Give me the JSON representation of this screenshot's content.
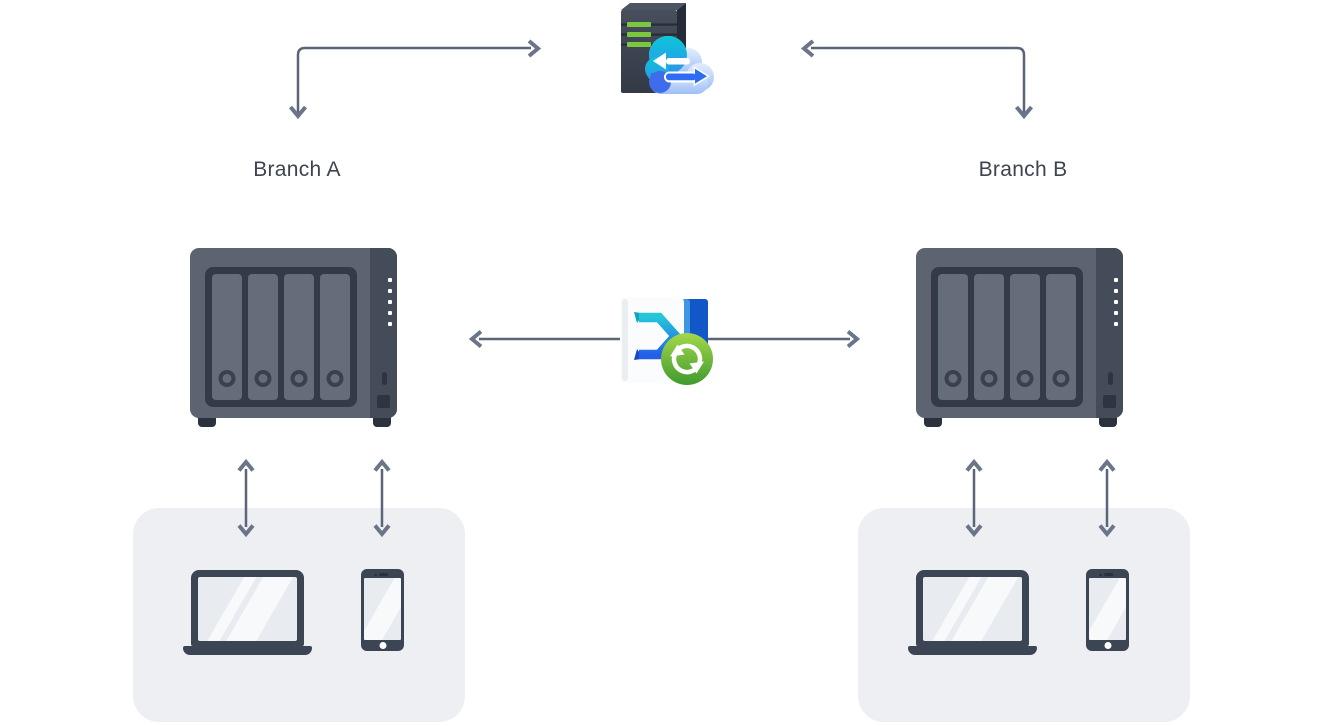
{
  "diagram": {
    "hub": {
      "icon": "cloud-sync-server-icon"
    },
    "sync": {
      "icon": "drive-sync-icon"
    },
    "branches": [
      {
        "label": "Branch A",
        "nas": "nas-4bay-icon",
        "devices": [
          {
            "icon": "laptop-icon"
          },
          {
            "icon": "smartphone-icon"
          }
        ]
      },
      {
        "label": "Branch B",
        "nas": "nas-4bay-icon",
        "devices": [
          {
            "icon": "laptop-icon"
          },
          {
            "icon": "smartphone-icon"
          }
        ]
      }
    ]
  },
  "icons": {
    "cloud-sync-server-icon": "dark server tower with green status lights and a blue cloud holding exchange arrows",
    "drive-sync-icon": "white document with teal-blue drive ribbon logo, blue sheets behind, green circular sync badge",
    "nas-4bay-icon": "4-bay NAS enclosure with status LEDs, USB port and power button",
    "laptop-icon": "laptop with glossy light screen",
    "smartphone-icon": "smartphone with home button and glossy screen",
    "arrow-connector": "slate line with open chevron arrowheads"
  },
  "theme": {
    "connector": "#5b6577",
    "connector-head": "#6b7589",
    "label": "#3d4450",
    "box-bg": "#edeff3",
    "slate": "#3b4554",
    "screen": "#e8ebef",
    "screen-glare": "#f7f9fb",
    "nas-face": "#5d6471",
    "nas-side": "#454c59",
    "nas-frame": "#343b47",
    "nas-bay": "#666d7a",
    "nas-dark": "#2e3440",
    "led": "#ffffff",
    "cloud-teal": "#0bc6da",
    "cloud-blue": "#2d6cf3",
    "cloud-light": "#a8c4f6",
    "sync-green": "#3f9a2e",
    "server-green": "#7bc83e"
  }
}
